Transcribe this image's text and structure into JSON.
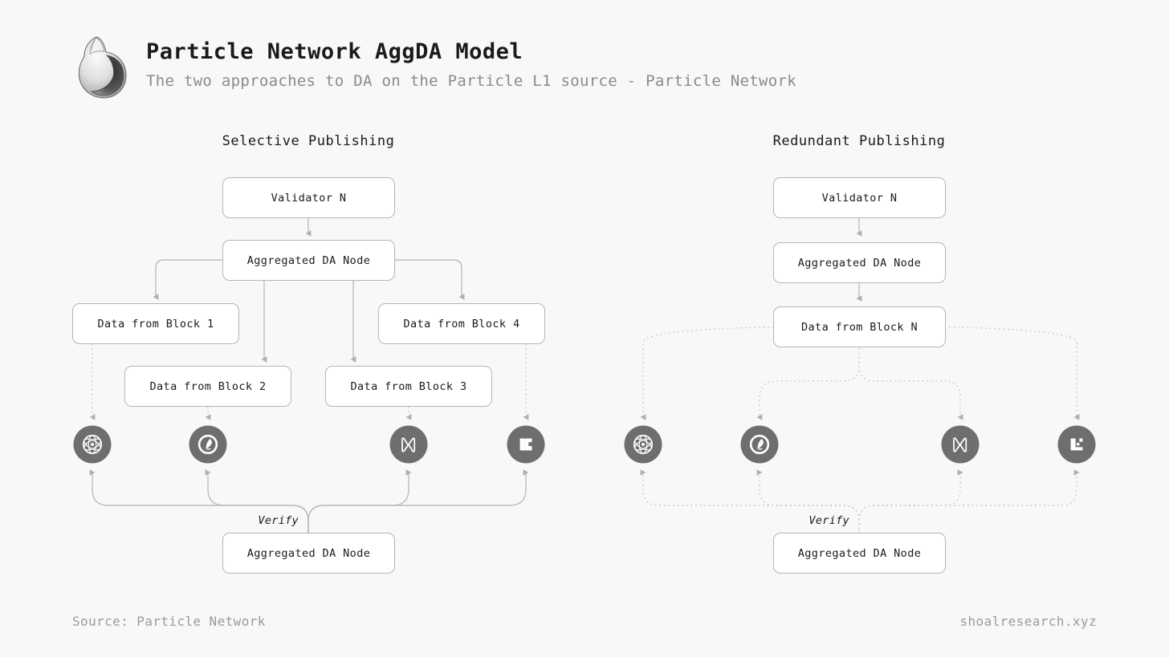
{
  "header": {
    "logo_name": "shell-logo",
    "title": "Particle Network AggDA Model",
    "subtitle": "The two approaches to DA on the Particle L1 source - Particle Network"
  },
  "columns": [
    {
      "id": "selective",
      "title": "Selective Publishing"
    },
    {
      "id": "redundant",
      "title": "Redundant Publishing"
    }
  ],
  "selective": {
    "validator": "Validator N",
    "agg_top": "Aggregated DA Node",
    "blocks": [
      "Data from Block 1",
      "Data from Block 2",
      "Data from Block 3",
      "Data from Block 4"
    ],
    "verify": "Verify",
    "agg_bottom": "Aggregated DA Node"
  },
  "redundant": {
    "validator": "Validator N",
    "agg_top": "Aggregated DA Node",
    "block": "Data from Block N",
    "verify": "Verify",
    "agg_bottom": "Aggregated DA Node"
  },
  "chains": [
    {
      "id": "celestia",
      "icon": "celestia-icon"
    },
    {
      "id": "arweave",
      "icon": "arweave-icon"
    },
    {
      "id": "near",
      "icon": "near-icon"
    },
    {
      "id": "eigenda",
      "icon": "eigenda-icon"
    }
  ],
  "footer": {
    "source": "Source: Particle Network",
    "site": "shoalresearch.xyz"
  },
  "colors": {
    "background": "#f8f8f8",
    "box_border": "#b5b5b5",
    "box_fill": "#ffffff",
    "connector": "#b9b9b9",
    "icon_circle": "#6e6e6e",
    "title_text": "#1a1a1a",
    "muted_text": "#8a8a8a"
  }
}
